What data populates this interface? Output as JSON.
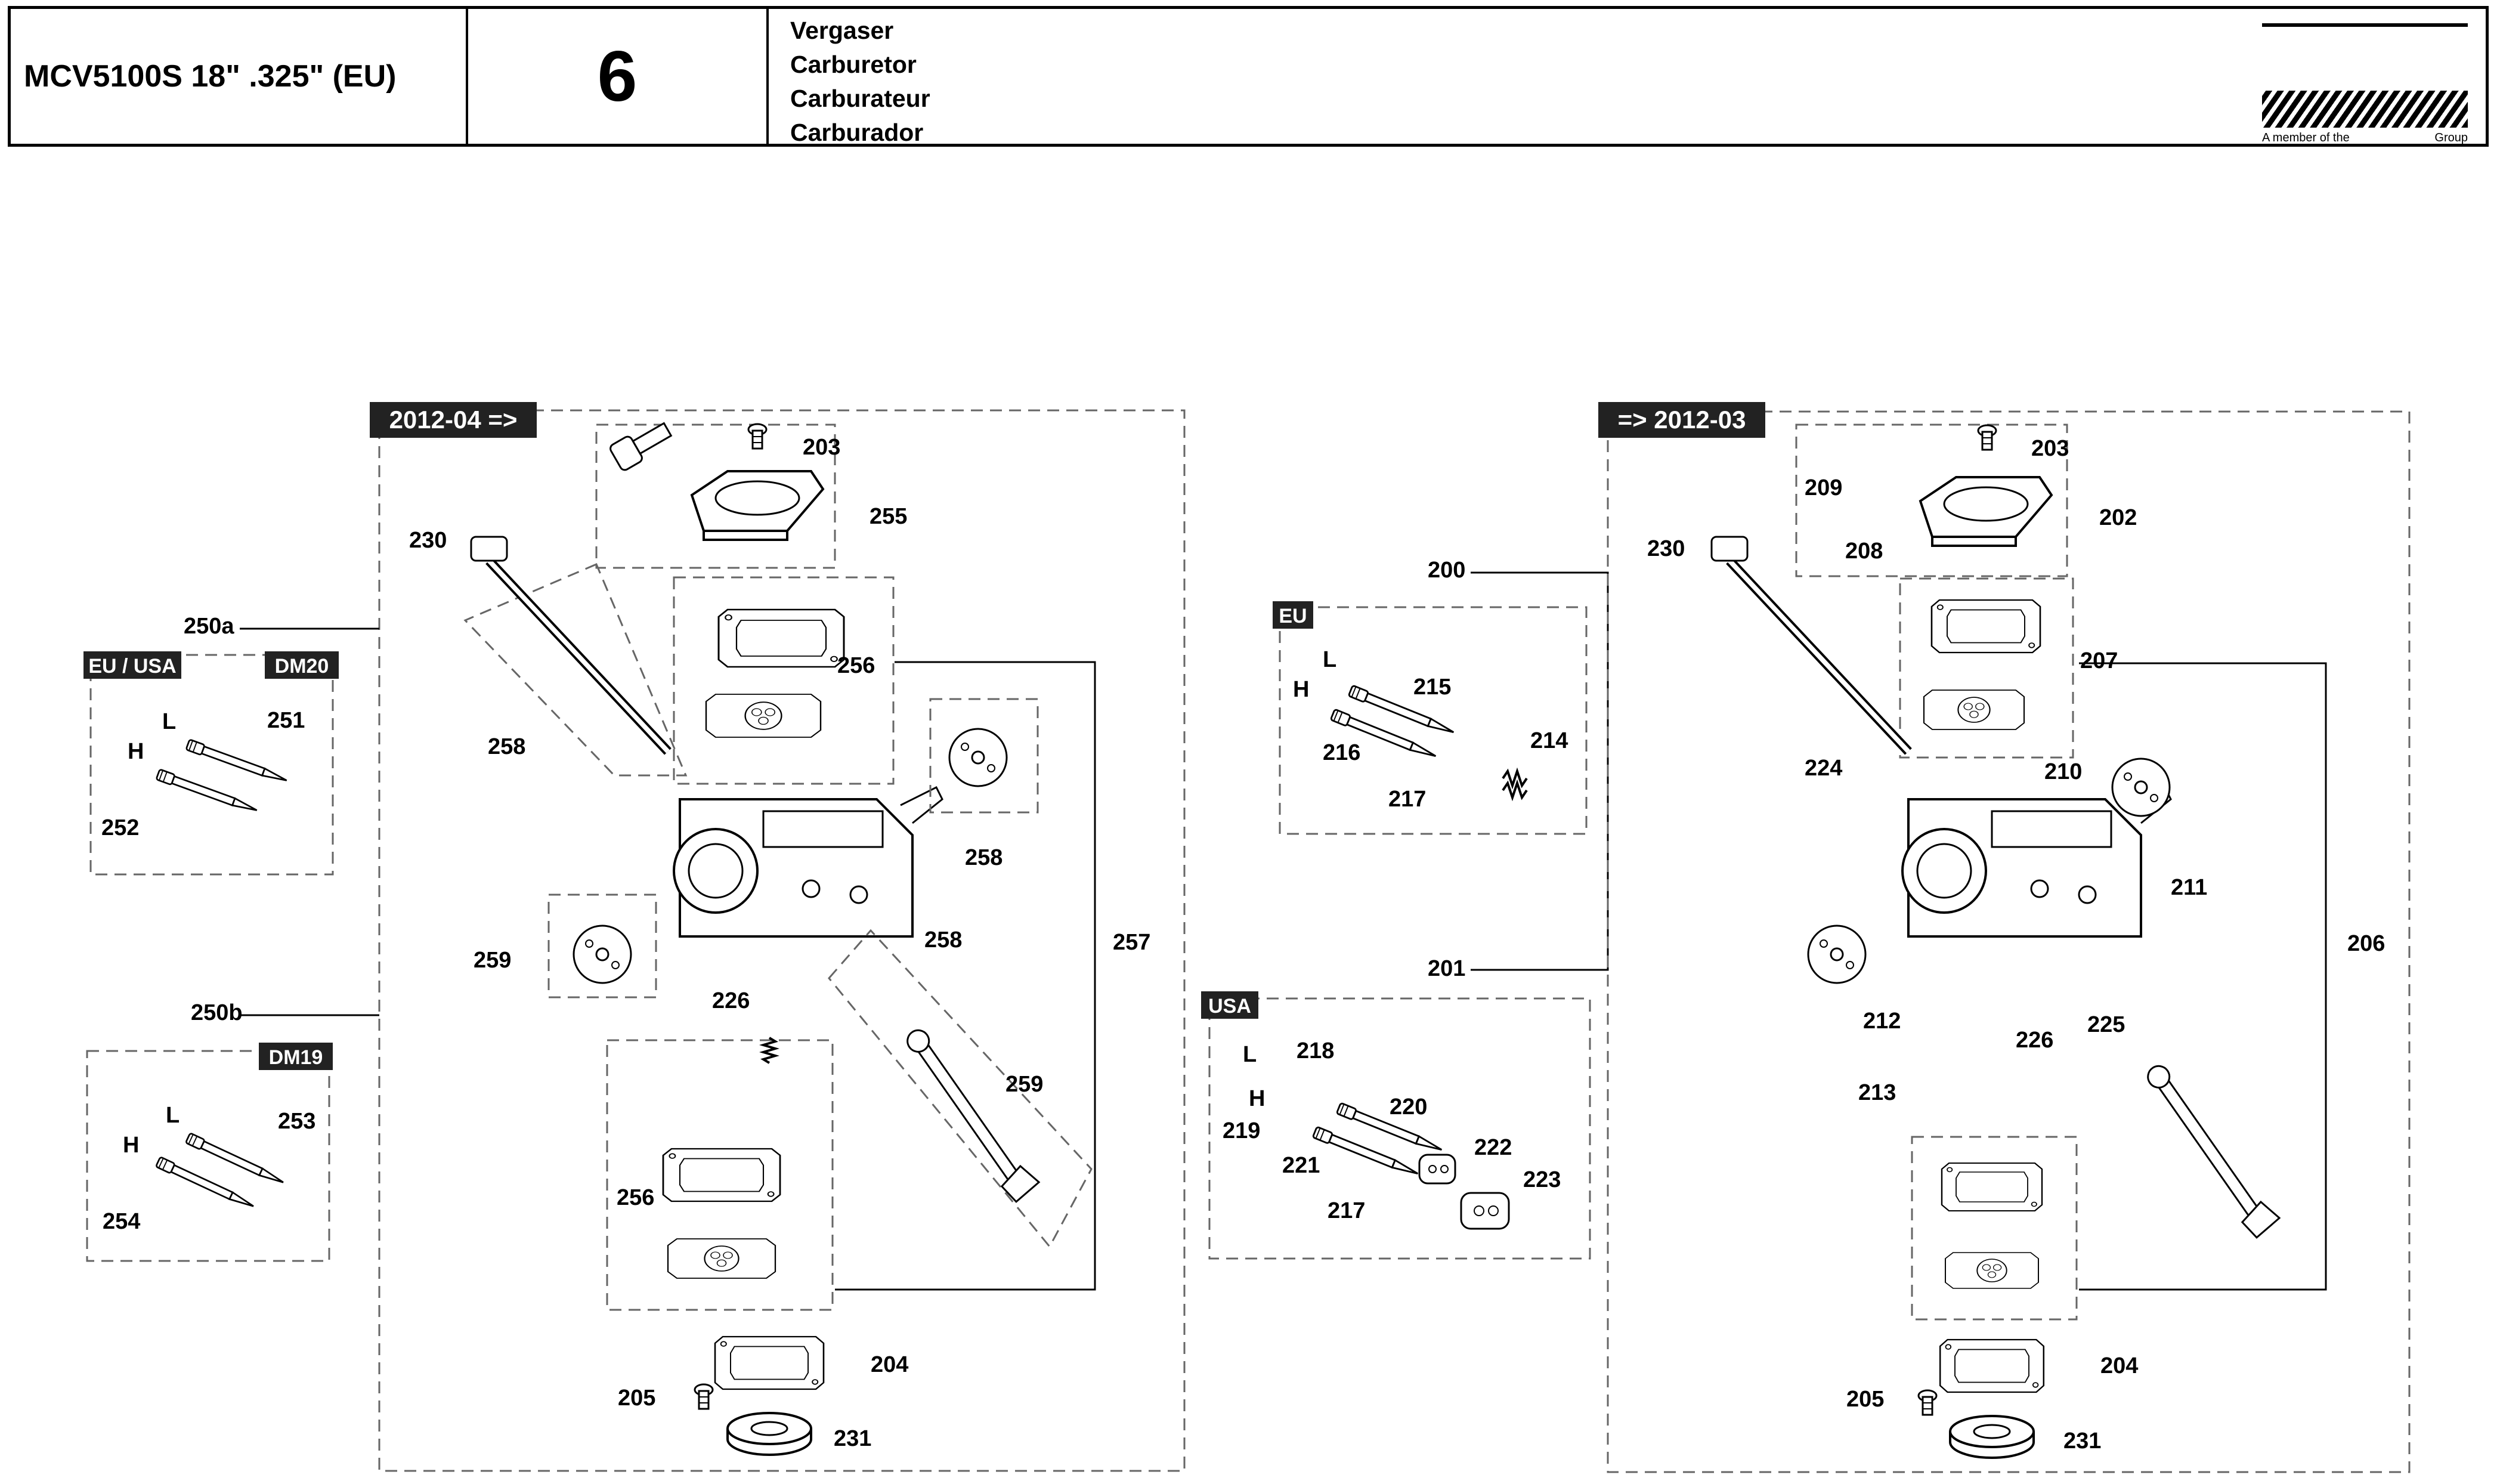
{
  "header": {
    "model": "MCV5100S 18\" .325\" (EU)",
    "section_number": "6",
    "titles": [
      "Vergaser",
      "Carburetor",
      "Carburateur",
      "Carburador"
    ],
    "logo_member_text": "A member of the",
    "logo_group_text": "Group"
  },
  "frames": {
    "left_version": "2012-04 =>",
    "right_version": "=> 2012-03",
    "eu_usa": "EU / USA",
    "dm20": "DM20",
    "dm19": "DM19",
    "eu": "EU",
    "usa": "USA"
  },
  "screw_letters": {
    "L": "L",
    "H": "H"
  },
  "part_numbers": {
    "p200": "200",
    "p201": "201",
    "p202": "202",
    "p203": "203",
    "p204": "204",
    "p205": "205",
    "p206": "206",
    "p207": "207",
    "p208": "208",
    "p209": "209",
    "p210": "210",
    "p211": "211",
    "p212": "212",
    "p213": "213",
    "p214": "214",
    "p215": "215",
    "p216": "216",
    "p217": "217",
    "p218": "218",
    "p219": "219",
    "p220": "220",
    "p221": "221",
    "p222": "222",
    "p223": "223",
    "p224": "224",
    "p225": "225",
    "p226": "226",
    "p230": "230",
    "p231": "231",
    "p250a": "250a",
    "p250b": "250b",
    "p251": "251",
    "p252": "252",
    "p253": "253",
    "p254": "254",
    "p255": "255",
    "p256": "256",
    "p257": "257",
    "p258": "258",
    "p259": "259"
  }
}
